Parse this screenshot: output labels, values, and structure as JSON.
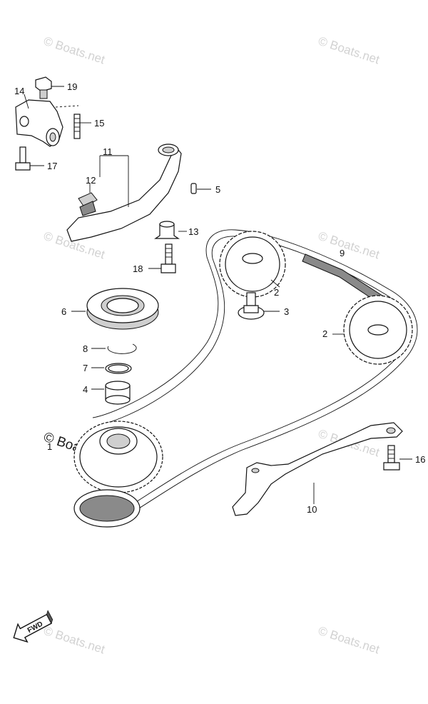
{
  "diagram": {
    "callouts": {
      "c1": "1",
      "c2a": "2",
      "c2b": "2",
      "c3": "3",
      "c4": "4",
      "c5": "5",
      "c6": "6",
      "c7": "7",
      "c8": "8",
      "c9": "9",
      "c10": "10",
      "c11": "11",
      "c12": "12",
      "c13": "13",
      "c14": "14",
      "c15": "15",
      "c16": "16",
      "c17": "17",
      "c18": "18",
      "c19": "19"
    },
    "watermark": "© Boats.net",
    "fwd_label": "FWD"
  }
}
